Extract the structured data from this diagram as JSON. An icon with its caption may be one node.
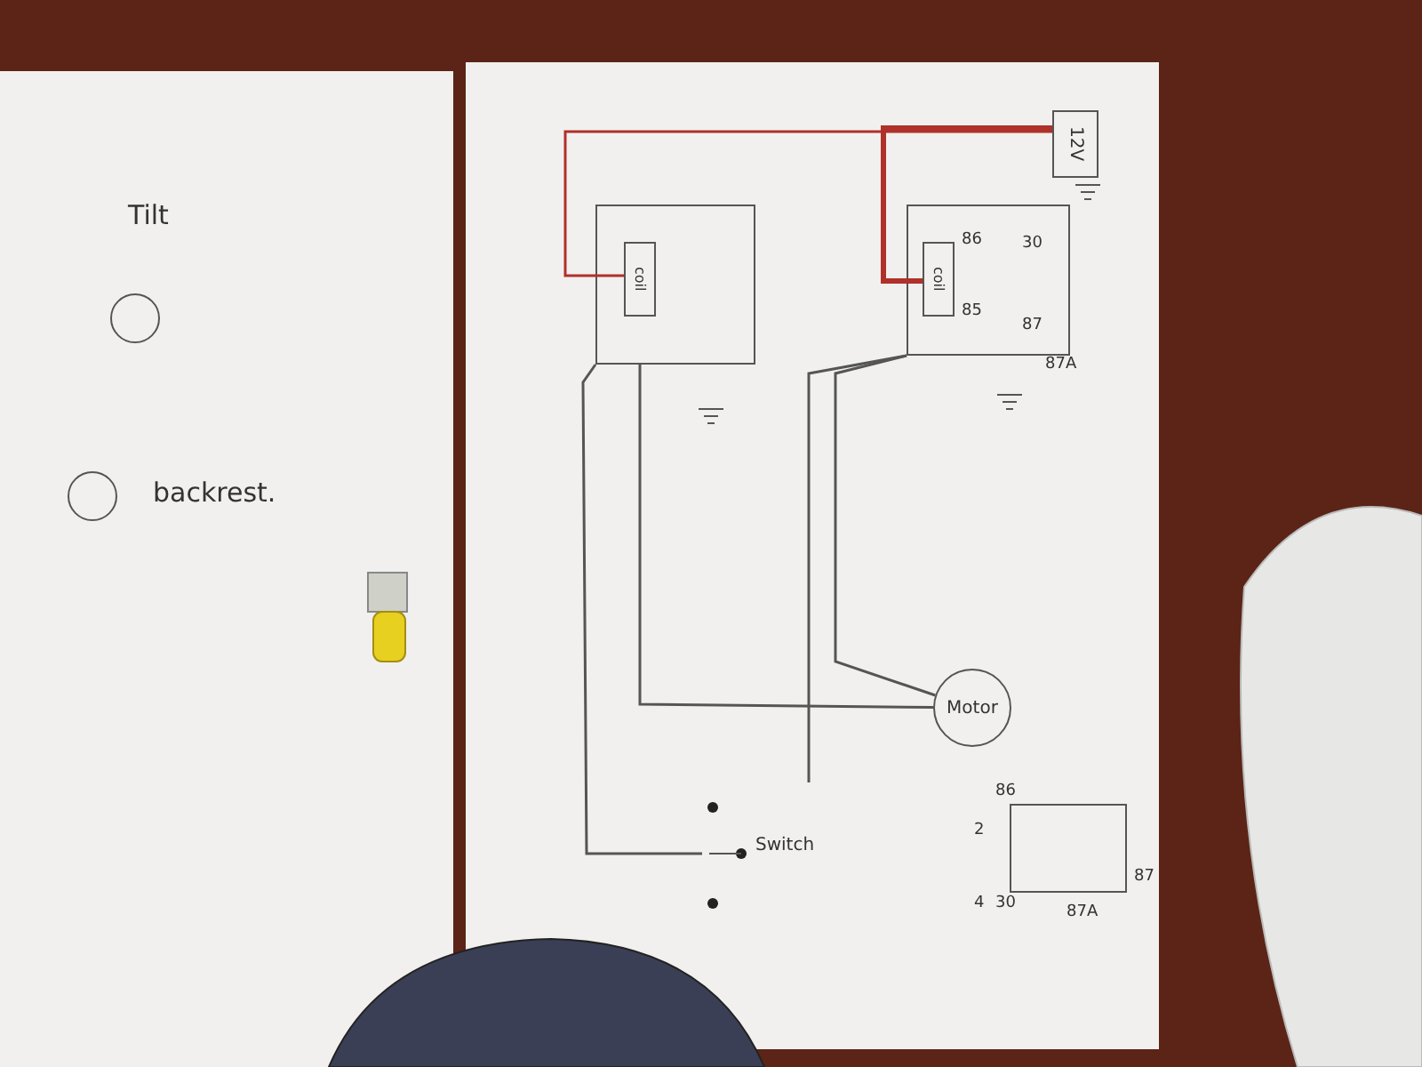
{
  "diagram": {
    "nodes": [
      {
        "text": [
          "12V"
        ]
      },
      {
        "text": [],
        "shape": "box"
      },
      {
        "text": [
          "coil"
        ],
        "in": 1
      },
      {
        "text": [],
        "shape": "box"
      },
      {
        "text": [
          "coil"
        ],
        "in": 3
      },
      {
        "text": [
          "Motor"
        ]
      },
      {
        "text": [
          "Switch"
        ]
      },
      {
        "text": [],
        "shape": "box",
        "beside": [
          "86",
          "2",
          "30",
          "4",
          "87",
          "87A"
        ]
      },
      {
        "text": [],
        "shape": "circle",
        "beside": [
          "Tilt"
        ]
      },
      {
        "text": [],
        "shape": "circle",
        "beside": [
          "backrest."
        ]
      }
    ],
    "edges": [
      {
        "from": 0,
        "to": 2,
        "arrow": "none",
        "color": "#b0302a"
      },
      {
        "from": 0,
        "to": 4,
        "arrow": "none",
        "style": "thick",
        "color": "#b0302a"
      },
      {
        "from": 1,
        "to": 5,
        "arrow": "none"
      },
      {
        "from": 3,
        "to": 5,
        "arrow": "none"
      },
      {
        "from": 1,
        "to": 6,
        "arrow": "none"
      },
      {
        "from": 3,
        "to": 6,
        "arrow": "none"
      }
    ],
    "labels": [
      "86",
      "30",
      "85",
      "87",
      "87A"
    ]
  }
}
